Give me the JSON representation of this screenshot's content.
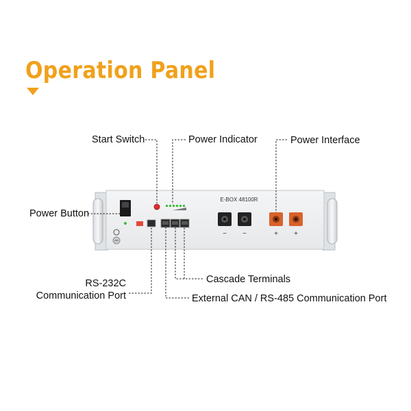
{
  "title": "Operation Panel",
  "labels": {
    "start_switch": "Start Switch",
    "power_indicator": "Power Indicator",
    "power_interface": "Power Interface",
    "power_button": "Power Button",
    "rs232_line1": "RS-232C",
    "rs232_line2": "Communication Port",
    "cascade_terminals": "Cascade Terminals",
    "external_can": "External CAN / RS-485 Communication Port"
  },
  "device": {
    "model": "E-BOX 48100R",
    "terminal_minus_1": "−",
    "terminal_minus_2": "−",
    "terminal_plus_1": "+",
    "terminal_plus_2": "+",
    "ground_symbol": "⏚"
  },
  "colors": {
    "accent": "#f0a11c",
    "terminal_orange": "#d9622b",
    "led_green": "#3bbf3b",
    "start_red": "#e52b2b"
  }
}
